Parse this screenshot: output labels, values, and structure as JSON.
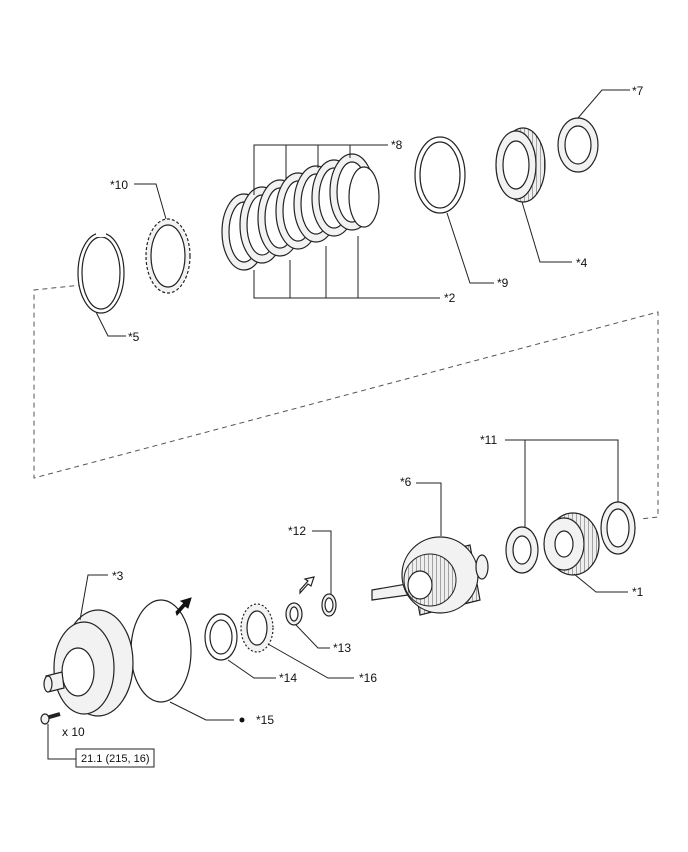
{
  "callouts": {
    "c1": "*1",
    "c2": "*2",
    "c3": "*3",
    "c4": "*4",
    "c5": "*5",
    "c6": "*6",
    "c7": "*7",
    "c8": "*8",
    "c9": "*9",
    "c10": "*10",
    "c11": "*11",
    "c12": "*12",
    "c13": "*13",
    "c14": "*14",
    "c15": "*15",
    "c16": "*16"
  },
  "bolt": {
    "quantity": "x 10",
    "torque": "21.1 (215, 16)"
  }
}
